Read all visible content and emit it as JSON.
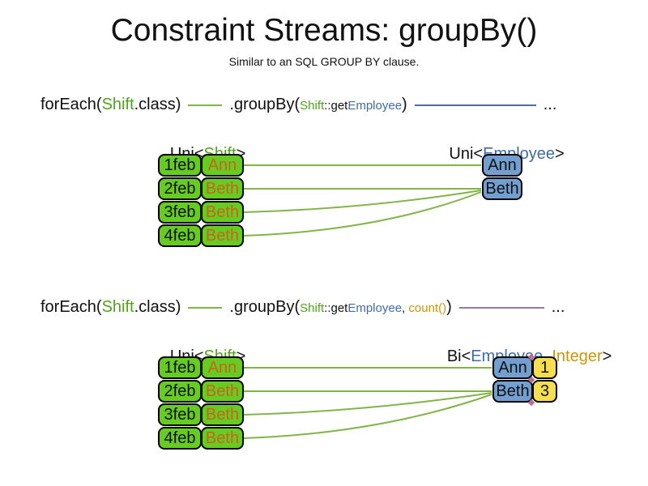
{
  "page": {
    "title": "Constraint Streams: groupBy()",
    "subtitle": "Similar to an SQL GROUP BY clause."
  },
  "colors": {
    "shift_box_green": "#66CC22",
    "employee_box_blue": "#729FCF",
    "integer_box_yellow": "#F6DE4F",
    "green_text": "#4FA41B",
    "blue_text": "#3E6CA8",
    "gold_text": "#CC9608",
    "orange_text": "#C8641E",
    "green_wire": "#82B448",
    "blue_wire": "#4C6E9E",
    "purple_wire": "#9678A8"
  },
  "shifts": [
    {
      "date": "1feb",
      "employee": "Ann"
    },
    {
      "date": "2feb",
      "employee": "Beth"
    },
    {
      "date": "3feb",
      "employee": "Beth"
    },
    {
      "date": "4feb",
      "employee": "Beth"
    }
  ],
  "section1": {
    "code": {
      "foreach_open": "forEach(",
      "shift": "Shift",
      "class_close": ".class)",
      "groupby_open": ".groupBy(",
      "arg_shift": "Shift",
      "arg_getter": "::get",
      "arg_employee": "Employee",
      "groupby_close": ")",
      "ellipsis": "..."
    },
    "stream_label": {
      "pre": "Uni<",
      "type": "Shift",
      "post": ">"
    },
    "result_label": {
      "pre": "Uni<",
      "type": "Employee",
      "post": ">"
    },
    "results": [
      "Ann",
      "Beth"
    ]
  },
  "section2": {
    "code": {
      "foreach_open": "forEach(",
      "shift": "Shift",
      "class_close": ".class)",
      "groupby_open": ".groupBy(",
      "arg_shift": "Shift",
      "arg_getter": "::get",
      "arg_employee": "Employee",
      "comma": ", ",
      "arg_count": "count()",
      "groupby_close": ")",
      "ellipsis": "..."
    },
    "stream_label": {
      "pre": "Uni<",
      "type": "Shift",
      "post": ">"
    },
    "result_label": {
      "pre": "Bi<",
      "type1": "Employee",
      "comma": ", ",
      "type2": "Integer",
      "post": ">"
    },
    "results": [
      {
        "name": "Ann",
        "count": "1"
      },
      {
        "name": "Beth",
        "count": "3"
      }
    ]
  }
}
